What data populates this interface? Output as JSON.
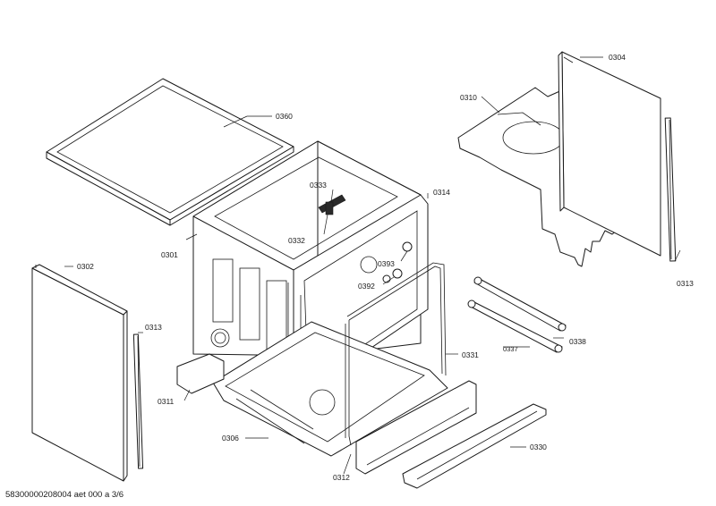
{
  "diagram": {
    "callouts": {
      "p0360": "0360",
      "p0333": "0333",
      "p0332": "0332",
      "p0314": "0314",
      "p0301": "0301",
      "p0393": "0393",
      "p0392": "0392",
      "p0310": "0310",
      "p0304": "0304",
      "p0313a": "0313",
      "p0313b": "0313",
      "p0302": "0302",
      "p0311": "0311",
      "p0306": "0306",
      "p0331": "0331",
      "p0338": "0338",
      "p0337": "0337",
      "p0330": "0330",
      "p0312": "0312"
    },
    "footer_code": "58300000208004 aet 000 a 3/6"
  }
}
